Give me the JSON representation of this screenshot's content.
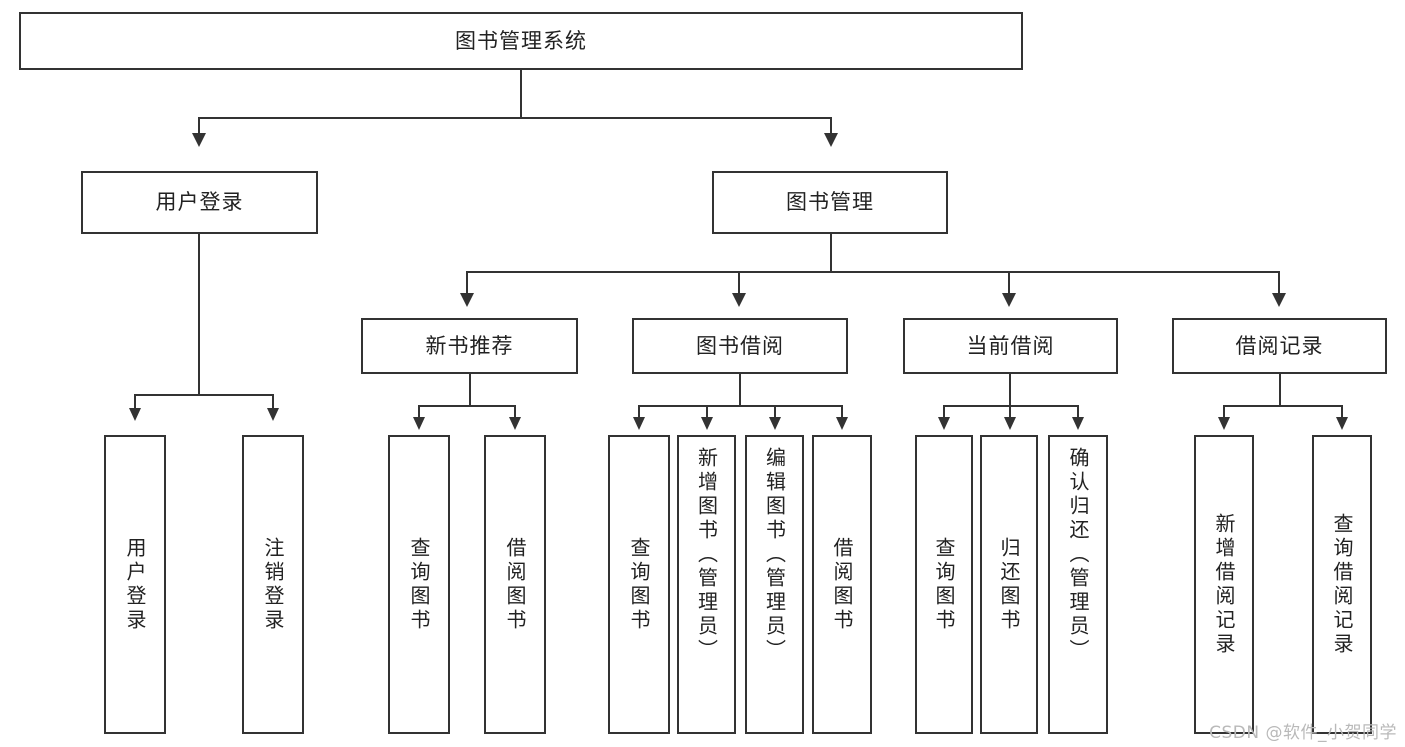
{
  "diagram": {
    "type": "hierarchy-tree",
    "title": "图书管理系统",
    "root": {
      "id": "root",
      "label": "图书管理系统"
    },
    "level1": [
      {
        "id": "user-login",
        "label": "用户登录"
      },
      {
        "id": "book-management",
        "label": "图书管理"
      }
    ],
    "level2": [
      {
        "id": "new-book-recommend",
        "label": "新书推荐",
        "parent": "book-management"
      },
      {
        "id": "book-borrow",
        "label": "图书借阅",
        "parent": "book-management"
      },
      {
        "id": "current-borrow",
        "label": "当前借阅",
        "parent": "book-management"
      },
      {
        "id": "borrow-record",
        "label": "借阅记录",
        "parent": "book-management"
      }
    ],
    "leaves": {
      "user-login": [
        {
          "id": "leaf-user-login",
          "label": "用户登录"
        },
        {
          "id": "leaf-user-logout",
          "label": "注销登录"
        }
      ],
      "new-book-recommend": [
        {
          "id": "leaf-query-book-1",
          "label": "查询图书"
        },
        {
          "id": "leaf-borrow-book-1",
          "label": "借阅图书"
        }
      ],
      "book-borrow": [
        {
          "id": "leaf-query-book-2",
          "label": "查询图书"
        },
        {
          "id": "leaf-add-book",
          "label": "新增图书（管理员）"
        },
        {
          "id": "leaf-edit-book",
          "label": "编辑图书（管理员）"
        },
        {
          "id": "leaf-borrow-book-2",
          "label": "借阅图书"
        }
      ],
      "current-borrow": [
        {
          "id": "leaf-query-book-3",
          "label": "查询图书"
        },
        {
          "id": "leaf-return-book",
          "label": "归还图书"
        },
        {
          "id": "leaf-confirm-return",
          "label": "确认归还（管理员）"
        }
      ],
      "borrow-record": [
        {
          "id": "leaf-add-record",
          "label": "新增借阅记录"
        },
        {
          "id": "leaf-query-record",
          "label": "查询借阅记录"
        }
      ]
    }
  },
  "watermark": {
    "text": "CSDN @软件_小贺同学"
  },
  "colors": {
    "box_border": "#333333",
    "connector": "#333333",
    "text": "#222222",
    "background": "#ffffff",
    "watermark": "#b9b9b9"
  }
}
